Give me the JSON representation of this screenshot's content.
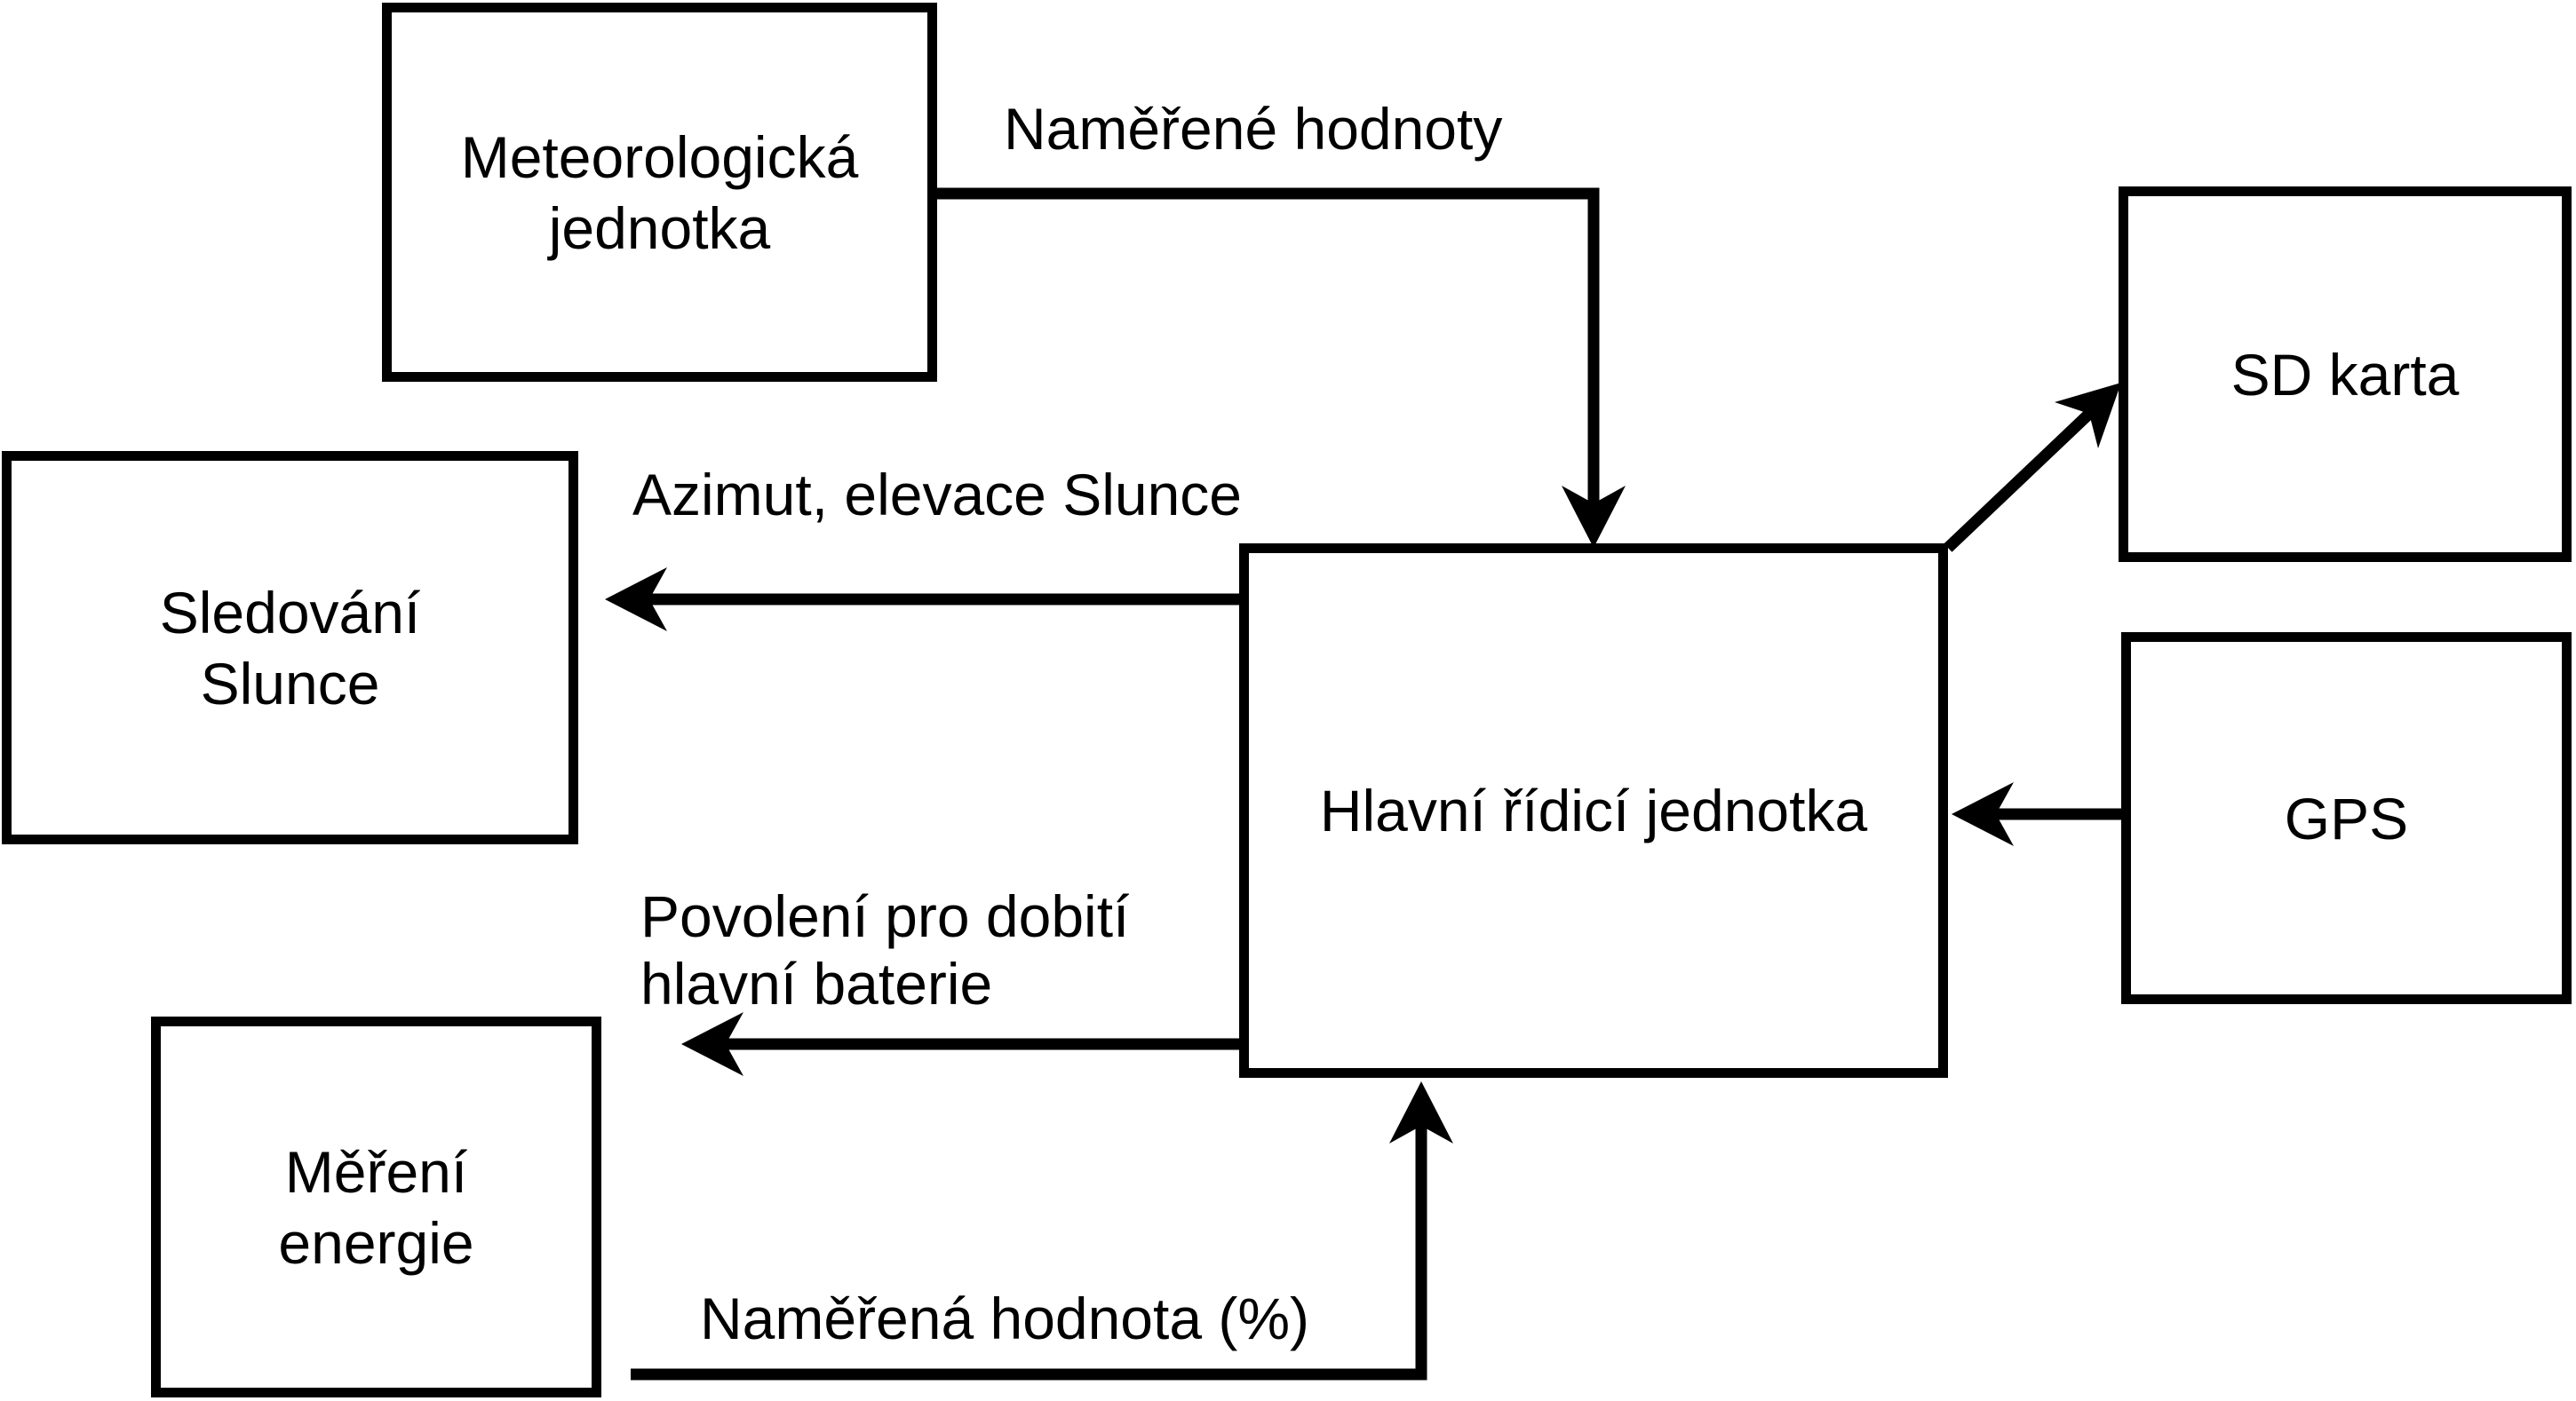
{
  "diagram": {
    "background_color": "#ffffff",
    "line_color": "#000000",
    "text_color": "#000000",
    "nodes": {
      "met": {
        "lines": [
          "Meteorologická",
          "jednotka"
        ]
      },
      "sled": {
        "lines": [
          "Sledování",
          "Slunce"
        ]
      },
      "mer": {
        "lines": [
          "Měření",
          "energie"
        ]
      },
      "main": {
        "label": "Hlavní řídicí jednotka"
      },
      "sd": {
        "label": "SD karta"
      },
      "gps": {
        "label": "GPS"
      }
    },
    "edges": {
      "met_to_main": {
        "from": "met",
        "to": "main",
        "label": "Naměřené hodnoty"
      },
      "main_to_sled": {
        "from": "main",
        "to": "sled",
        "label": "Azimut, elevace Slunce"
      },
      "main_to_battery": {
        "from": "main",
        "to": "",
        "label_lines": [
          "Povolení pro dobití",
          "hlavní baterie"
        ]
      },
      "mer_to_main": {
        "from": "mer",
        "to": "main",
        "label": "Naměřená hodnota (%)"
      },
      "gps_to_main": {
        "from": "gps",
        "to": "main",
        "label": ""
      },
      "main_to_sd": {
        "from": "main",
        "to": "sd",
        "label": ""
      }
    }
  }
}
